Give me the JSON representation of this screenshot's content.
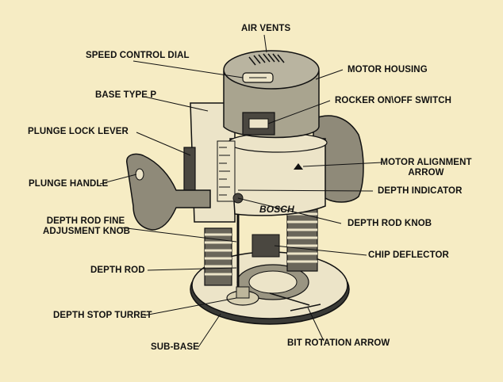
{
  "brand": "BOSCH",
  "colors": {
    "background": "#f6ecc4",
    "body": "#ece4c8",
    "motor_housing": "#a9a48f",
    "handle": "#8f8a79",
    "outline": "#111111"
  },
  "labels": {
    "air_vents": "AIR VENTS",
    "speed_control_dial": "SPEED CONTROL DIAL",
    "motor_housing": "MOTOR HOUSING",
    "base_type_p": "BASE TYPE P",
    "rocker_switch": "ROCKER ON\\OFF SWITCH",
    "plunge_lock_lever": "PLUNGE LOCK LEVER",
    "motor_alignment_arrow_line1": "MOTOR ALIGNMENT",
    "motor_alignment_arrow_line2": "ARROW",
    "plunge_handle": "PLUNGE HANDLE",
    "depth_indicator": "DEPTH INDICATOR",
    "depth_rod_fine_line1": "DEPTH ROD FINE",
    "depth_rod_fine_line2": "ADJUSMENT KNOB",
    "depth_rod_knob": "DEPTH ROD KNOB",
    "chip_deflector": "CHIP DEFLECTOR",
    "depth_rod": "DEPTH ROD",
    "depth_stop_turret": "DEPTH STOP TURRET",
    "sub_base": "SUB-BASE",
    "bit_rotation_arrow": "BIT ROTATION ARROW"
  }
}
